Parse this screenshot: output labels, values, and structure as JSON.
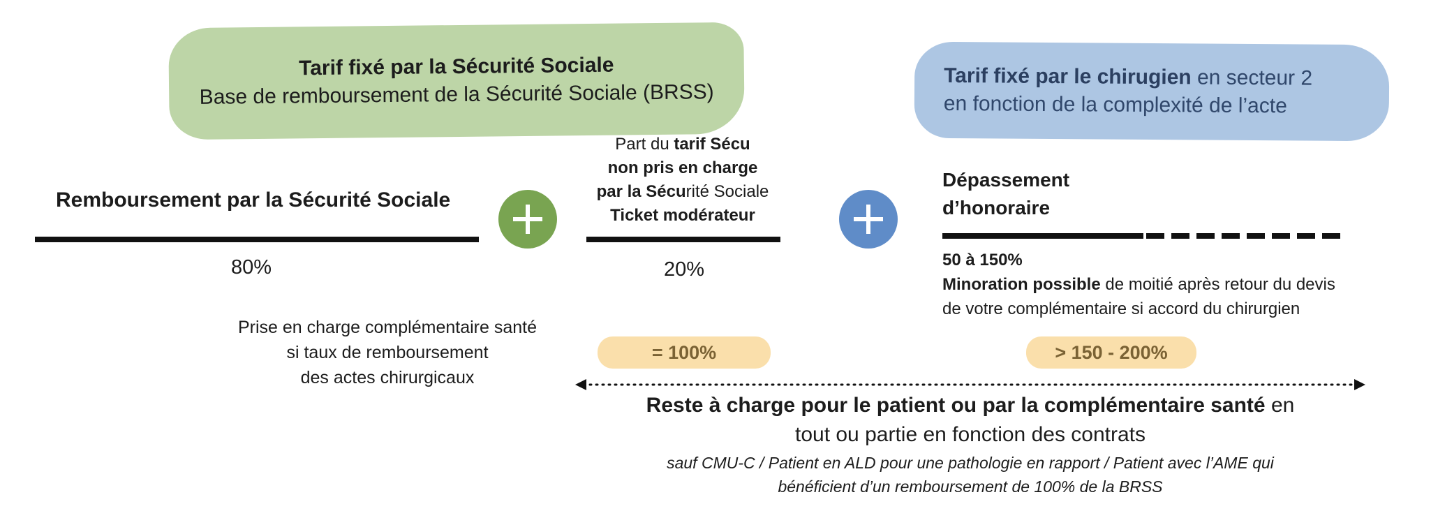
{
  "green_box": {
    "line1": "Tarif fixé par la Sécurité Sociale",
    "line2": "Base de remboursement de la Sécurité Sociale (BRSS)"
  },
  "blue_box": {
    "line1_bold": "Tarif fixé par le chirugien",
    "line1_rest": " en secteur 2",
    "line2": "en fonction de la complexité de l’acte"
  },
  "col1": {
    "heading": "Remboursement par la Sécurité Sociale",
    "percent": "80%",
    "note_lines": [
      "Prise en charge complémentaire santé",
      "si taux de remboursement",
      "des actes chirurgicaux"
    ]
  },
  "col2": {
    "line1_a": "Part du ",
    "line1_b": "tarif Sécu",
    "line2": "non pris en charge",
    "line3_a": "par la Sécu",
    "line3_b": "rité Sociale",
    "line4": "Ticket modérateur",
    "percent": "20%",
    "pill": "= 100%"
  },
  "col3": {
    "heading_line1": "Dépassement",
    "heading_line2": "d’honoraire",
    "range": "50 à 150%",
    "note_bold": "Minoration possible",
    "note_rest": " de moitié après retour du devis",
    "note_line2": "de votre complémentaire si accord du chirurgien",
    "pill": "> 150 - 200%"
  },
  "bottom": {
    "main_bold": "Reste à charge pour le patient ou par la complémentaire santé",
    "main_rest": " en",
    "main_line2": "tout ou partie en fonction des contrats",
    "italic_line1": "sauf CMU-C / Patient en ALD pour une pathologie en rapport / Patient avec l’AME qui",
    "italic_line2": "bénéficient d’un remboursement de 100% de la BRSS"
  },
  "colors": {
    "green_box": "#bdd5a7",
    "blue_box": "#adc6e3",
    "plus_green": "#79a451",
    "plus_blue": "#5f8cc8",
    "pill": "#fadfab"
  }
}
